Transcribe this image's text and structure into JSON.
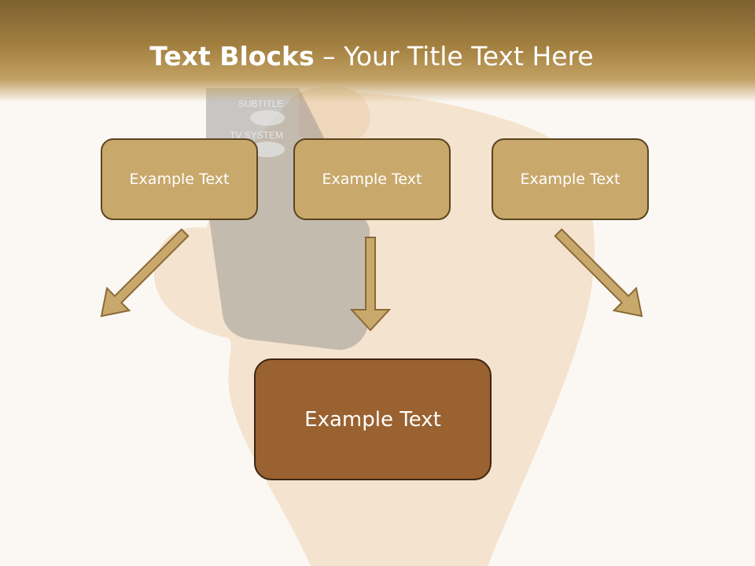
{
  "slide": {
    "title_bold": "Text Blocks",
    "title_separator": " – ",
    "title_rest": "Your Title Text Here",
    "background_labels": [
      "SUBTITLE",
      "TV SYSTEM"
    ]
  },
  "blocks": {
    "top": [
      "Example Text",
      "Example Text",
      "Example Text"
    ],
    "bottom": "Example Text"
  },
  "colors": {
    "header": "#a3803f",
    "small_box_fill": "#c9a86c",
    "small_box_border": "#5a4420",
    "big_box_fill": "#996230",
    "big_box_border": "#3c2512",
    "arrow_fill": "#c9a86c",
    "arrow_border": "#8a6a38"
  }
}
